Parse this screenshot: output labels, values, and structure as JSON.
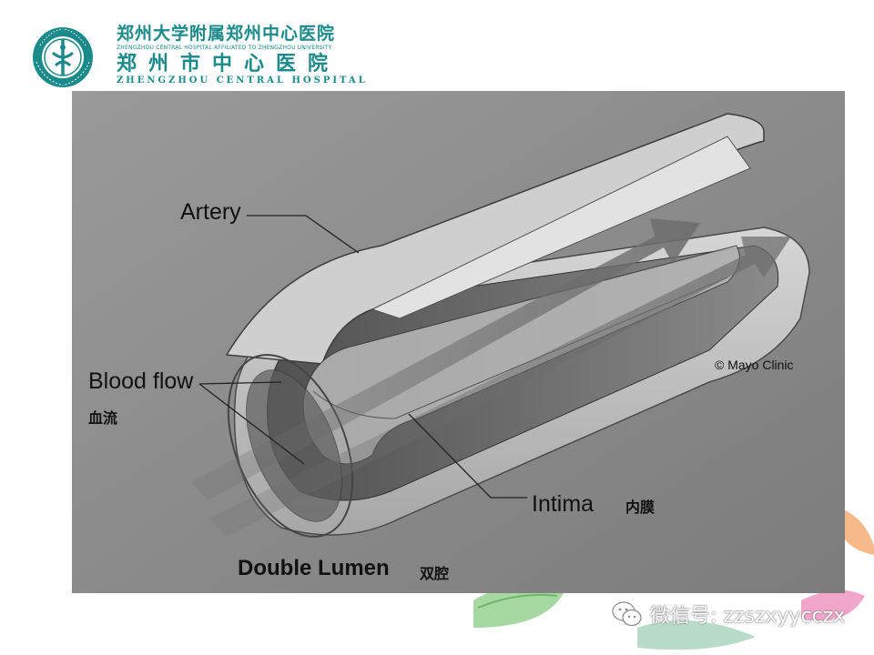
{
  "header": {
    "hospital_cn_full": "郑州大学附属郑州中心医院",
    "hospital_en_full": "ZHENGZHOU CENTRAL HOSPITAL AFFILIATED TO ZHENGZHOU UNIVERSITY",
    "hospital_cn_short": "郑州市中心医院",
    "hospital_en_short": "ZHENGZHOU CENTRAL HOSPITAL",
    "seal_text": "ZHENGZHOU CENTRAL HOSPITAL",
    "logo_color": "#1b8a8a"
  },
  "figure": {
    "labels": {
      "artery": "Artery",
      "blood_flow_en": "Blood flow",
      "blood_flow_cn": "血流",
      "intima_en": "Intima",
      "intima_cn": "内膜",
      "credit": "© Mayo Clinic",
      "title_en": "Double Lumen",
      "title_cn": "双腔"
    },
    "background": "#8f8f8f"
  },
  "footer": {
    "wechat_label": "微信号: zzszxyycczx",
    "wechat_icon": "wechat-icon"
  }
}
